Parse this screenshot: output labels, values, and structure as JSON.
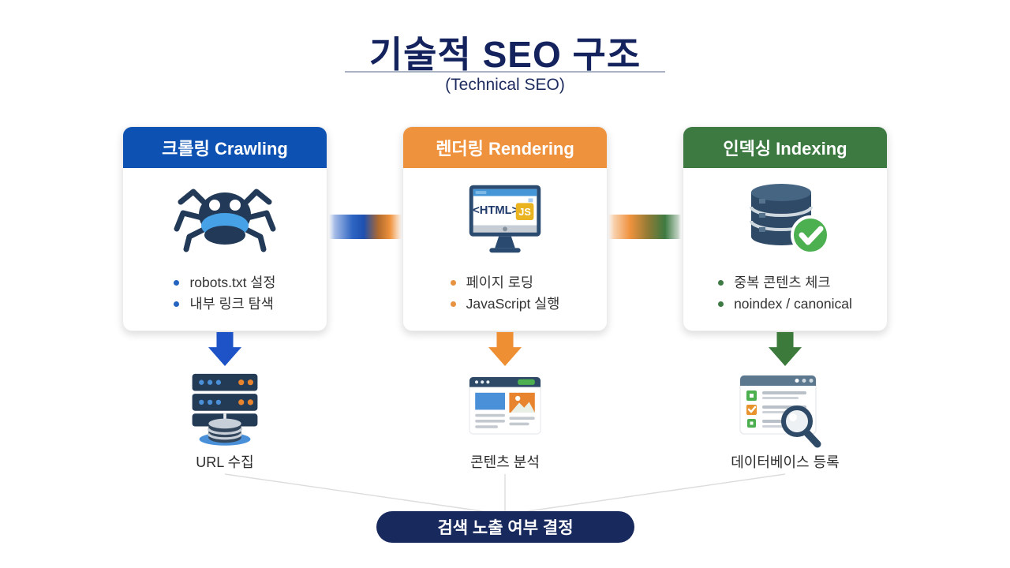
{
  "title": {
    "text": "기술적 SEO 구조",
    "subtitle": "(Technical SEO)"
  },
  "colors": {
    "title_navy": "#14235e",
    "crawling_blue": "#0d52b3",
    "rendering_orange": "#ef923d",
    "indexing_green": "#3d7a42",
    "arrow_blue": "#1d53c6",
    "arrow_orange": "#ee8f33",
    "arrow_green": "#3c7a3b",
    "final_pill_navy": "#18295d",
    "check_green": "#4caf50",
    "js_badge_yellow": "#e9b41f"
  },
  "cards": [
    {
      "header": "크롤링 Crawling",
      "icon": "spider-crawler-icon",
      "bullets": [
        "robots.txt 설정",
        "내부 링크 탐색"
      ],
      "result_icon": "server-database-icon",
      "result_label": "URL 수집"
    },
    {
      "header": "렌더링 Rendering",
      "icon": "html-js-monitor-icon",
      "bullets": [
        "페이지 로딩",
        "JavaScript 실행"
      ],
      "result_icon": "webpage-content-icon",
      "result_label": "콘텐츠 분석"
    },
    {
      "header": "인덱싱 Indexing",
      "icon": "database-check-icon",
      "bullets": [
        "중복 콘텐츠 체크",
        "noindex / canonical"
      ],
      "result_icon": "search-checklist-icon",
      "result_label": "데이터베이스 등록"
    }
  ],
  "monitor": {
    "screen_text": "<HTML>",
    "badge": "JS"
  },
  "final": {
    "label": "검색 노출 여부 결정"
  }
}
